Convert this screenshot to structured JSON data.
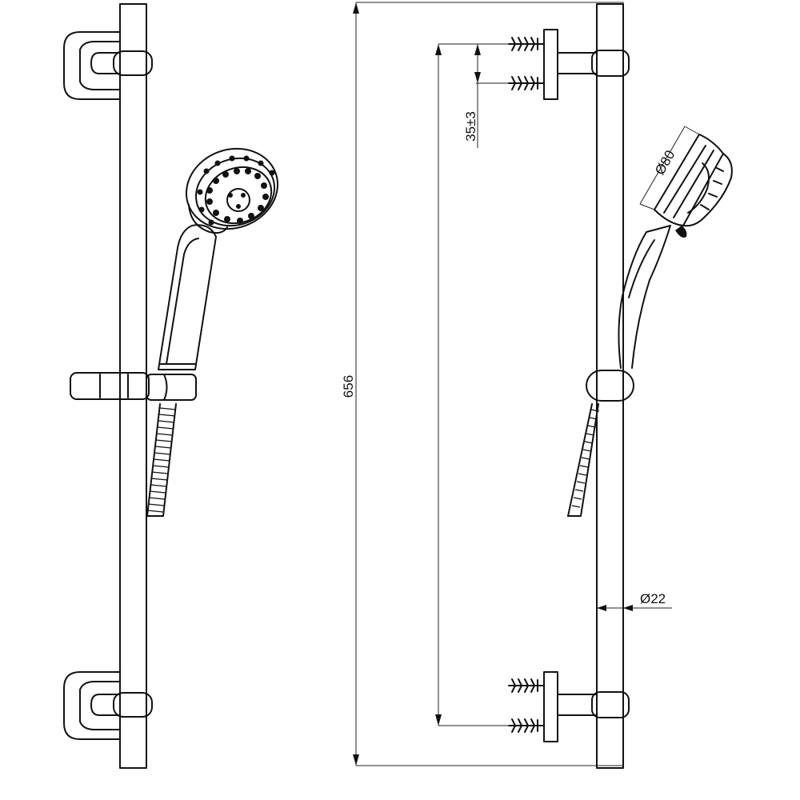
{
  "drawing": {
    "dimensions": {
      "total_height": "656",
      "mount_offset": "35±3",
      "head_diameter": "Ø80",
      "rail_diameter": "Ø22"
    }
  }
}
